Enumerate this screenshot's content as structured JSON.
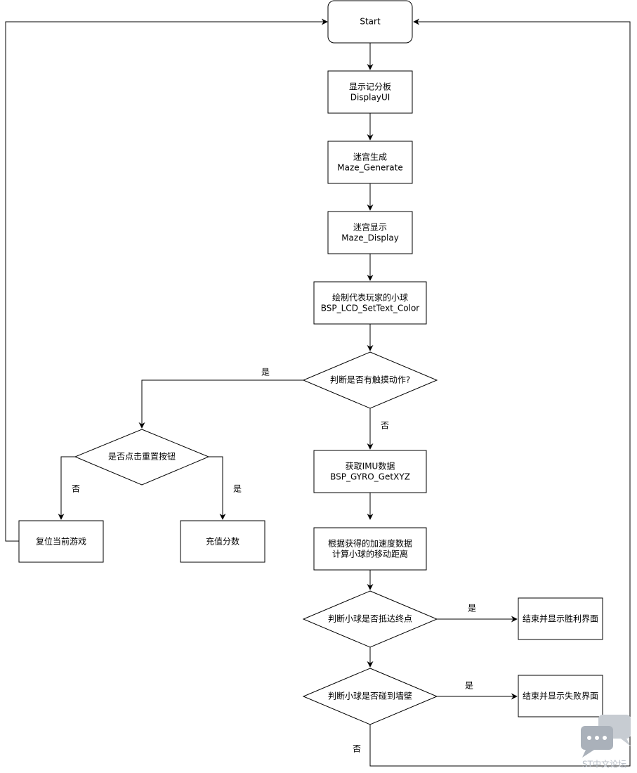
{
  "nodes": {
    "start": {
      "lines": [
        "Start"
      ]
    },
    "display_ui": {
      "lines": [
        "显示记分板",
        "DisplayUI"
      ]
    },
    "maze_generate": {
      "lines": [
        "迷宫生成",
        "Maze_Generate"
      ]
    },
    "maze_display": {
      "lines": [
        "迷宫显示",
        "Maze_Display"
      ]
    },
    "draw_ball": {
      "lines": [
        "绘制代表玩家的小球",
        "BSP_LCD_SetText_Color"
      ]
    },
    "touch_decision": {
      "lines": [
        "判断是否有触摸动作?"
      ]
    },
    "reset_decision": {
      "lines": [
        "是否点击重置按钮"
      ]
    },
    "reset_game": {
      "lines": [
        "复位当前游戏"
      ]
    },
    "recharge_score": {
      "lines": [
        "充值分数"
      ]
    },
    "get_imu": {
      "lines": [
        "获取IMU数据",
        "BSP_GYRO_GetXYZ"
      ]
    },
    "calc_distance": {
      "lines": [
        "根据获得的加速度数据",
        "计算小球的移动距离"
      ]
    },
    "end_decision": {
      "lines": [
        "判断小球是否抵达终点"
      ]
    },
    "victory": {
      "lines": [
        "结束并显示胜利界面"
      ]
    },
    "wall_decision": {
      "lines": [
        "判断小球是否碰到墙壁"
      ]
    },
    "failure": {
      "lines": [
        "结束并显示失败界面"
      ]
    }
  },
  "edge_labels": {
    "touch_yes": "是",
    "touch_no": "否",
    "reset_no": "否",
    "reset_yes": "是",
    "end_yes": "是",
    "wall_yes": "是",
    "wall_no": "否"
  },
  "watermark": {
    "text": "ST中文论坛",
    "icon": "chat-bubble-icon"
  }
}
